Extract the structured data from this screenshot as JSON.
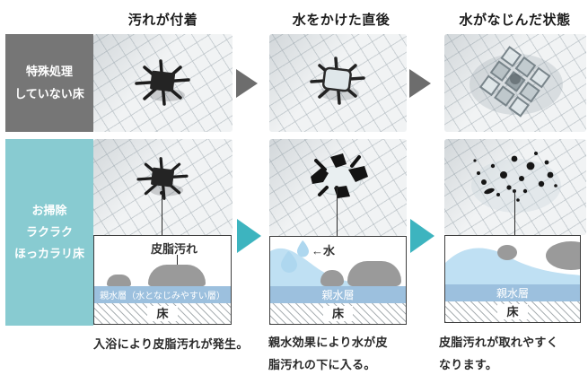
{
  "column_headers": [
    "汚れが付着",
    "水をかけた直後",
    "水がなじんだ状態"
  ],
  "row_labels": {
    "untreated": {
      "lines": [
        "特殊処理",
        "していない床"
      ]
    },
    "treated": {
      "lines": [
        "お掃除",
        "ラクラク",
        "ほっカラリ床"
      ]
    }
  },
  "diagrams": {
    "d1": {
      "sebum_label": "皮脂汚れ",
      "layer_label": "親水層（水となじみやすい層）",
      "floor_label": "床"
    },
    "d2": {
      "water_label": "←水",
      "layer_label": "親水層",
      "floor_label": "床"
    },
    "d3": {
      "layer_label": "親水層",
      "floor_label": "床"
    }
  },
  "captions": {
    "c1": {
      "line1": "入浴により皮脂汚れが発生。"
    },
    "c2": {
      "line1": "親水効果により水が皮",
      "line2": "脂汚れの下に入る。"
    },
    "c3": {
      "line1": "皮脂汚れが取れやすく",
      "line2": "なります。"
    }
  },
  "colors": {
    "untreated_label_bg": "#767676",
    "treated_label_bg": "#88cbd1",
    "gray_arrow": "#6d6d6d",
    "teal_arrow": "#3db4bf",
    "hydrophilic_band": "#9cc0de",
    "water_blue": "#bfe0f3",
    "sebum_blob_gray": "#9a9a9a"
  }
}
